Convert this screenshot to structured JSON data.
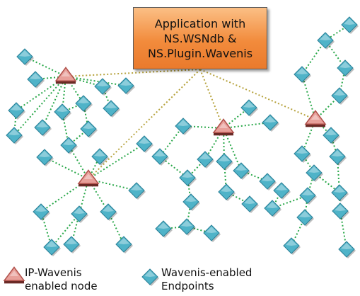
{
  "application_box": {
    "line1": "Application with",
    "line2": "NS.WSNdb &",
    "line3": "NS.Plugin.Wavenis"
  },
  "legend": {
    "gateway": {
      "line1": "IP-Wavenis",
      "line2": "enabled node",
      "icon": "triangle-gateway-icon"
    },
    "endpoint": {
      "line1": "Wavenis-enabled",
      "line2": "Endpoints",
      "icon": "diamond-endpoint-icon"
    }
  },
  "colors": {
    "gateway_fill": "#e8a09a",
    "gateway_stroke": "#b0504a",
    "endpoint_fill": "#4fb3c8",
    "endpoint_stroke": "#2a7f96",
    "mesh_link": "#2aa84a",
    "app_link": "#b6a23c",
    "app_box": "#f28b3c"
  }
}
